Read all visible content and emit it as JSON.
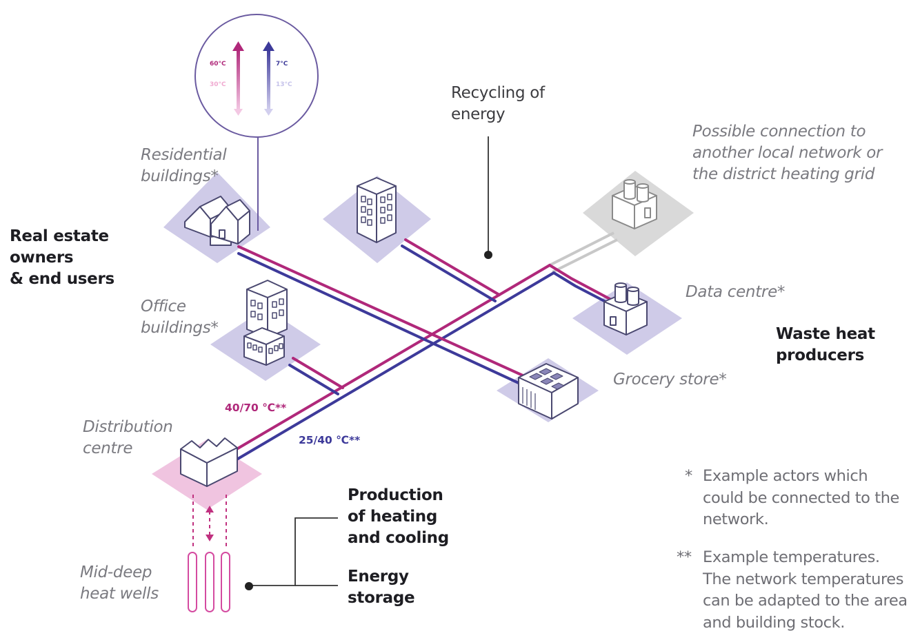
{
  "labels": {
    "recycling": [
      "Recycling of",
      "energy"
    ],
    "possible_connection": [
      "Possible connection to",
      "another local network or",
      "the district heating grid"
    ],
    "residential": [
      "Residential",
      "buildings*"
    ],
    "office": [
      "Office",
      "buildings*"
    ],
    "real_estate": [
      "Real estate",
      "owners",
      "& end users"
    ],
    "data_centre": "Data centre*",
    "waste_heat": [
      "Waste heat",
      "producers"
    ],
    "grocery": "Grocery store*",
    "distribution": [
      "Distribution",
      "centre"
    ],
    "heat_wells": [
      "Mid-deep",
      "heat wells"
    ],
    "production": [
      "Production",
      "of heating",
      "and cooling"
    ],
    "storage": [
      "Energy",
      "storage"
    ]
  },
  "temperatures": {
    "hot_pipe": "40/70 ℃**",
    "cold_pipe": "25/40 ℃**",
    "hot_supply": "60°C",
    "hot_return": "30°C",
    "cold_supply": "7°C",
    "cold_return": "13°C"
  },
  "notes": {
    "single_marker": "*",
    "single_text": [
      "Example actors which",
      "could be connected to the",
      "network."
    ],
    "double_marker": "**",
    "double_text": [
      "Example temperatures.",
      "The network temperatures",
      "can be adapted to the area",
      "and building stock."
    ]
  },
  "colors": {
    "hot": "#b0287a",
    "cold": "#3d3a9a",
    "tile": "#cfcbe8",
    "tile_pink": "#f0c4e0",
    "tile_grey": "#d9d9d9"
  }
}
